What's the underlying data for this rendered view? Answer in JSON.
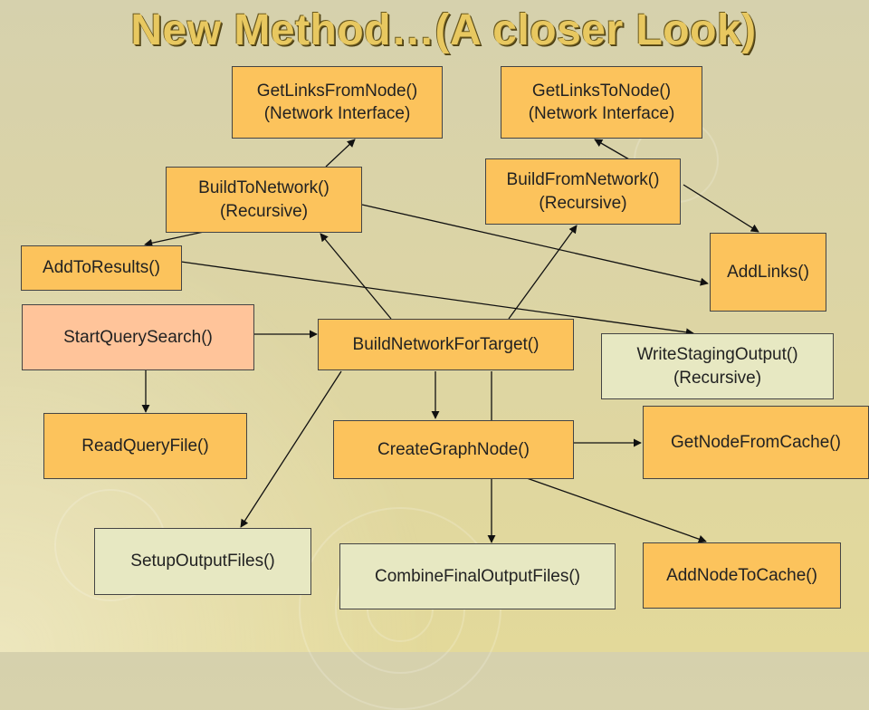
{
  "title": "New Method…(A closer Look)",
  "nodes": {
    "get_links_from_node": "GetLinksFromNode()\n(Network Interface)",
    "get_links_to_node": "GetLinksToNode()\n(Network Interface)",
    "build_to_network": "BuildToNetwork()\n(Recursive)",
    "build_from_network": "BuildFromNetwork()\n(Recursive)",
    "add_to_results": "AddToResults()",
    "add_links": "AddLinks()",
    "start_query_search": "StartQuerySearch()",
    "build_network_for_target": "BuildNetworkForTarget()",
    "write_staging_output": "WriteStagingOutput()\n(Recursive)",
    "read_query_file": "ReadQueryFile()",
    "create_graph_node": "CreateGraphNode()",
    "get_node_from_cache": "GetNodeFromCache()",
    "setup_output_files": "SetupOutputFiles()",
    "combine_final_output_files": "CombineFinalOutputFiles()",
    "add_node_to_cache": "AddNodeToCache()"
  },
  "colors": {
    "node_fill": "#fcc35c",
    "start_fill": "#ffc49a",
    "output_fill": "#e7e8c2",
    "title": "#e8c860"
  }
}
